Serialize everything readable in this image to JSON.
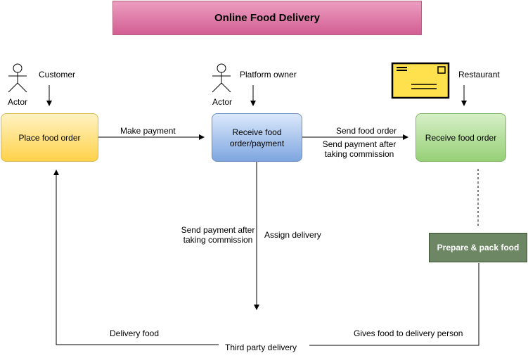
{
  "title": "Online Food Delivery",
  "actors": {
    "customer": {
      "role_label": "Customer",
      "caption": "Actor"
    },
    "platform": {
      "role_label": "Platform owner",
      "caption": "Actor"
    },
    "restaurant": {
      "role_label": "Restaurant"
    }
  },
  "nodes": {
    "place_order": "Place food order",
    "receive_payment_line1": "Receive food",
    "receive_payment_line2": "order/payment",
    "receive_order": "Receive food order",
    "prepare": "Prepare & pack food",
    "third_party": "Third party delivery"
  },
  "edges": {
    "make_payment": "Make payment",
    "send_food_order": "Send food order",
    "send_payment_right_line1": "Send payment after",
    "send_payment_right_line2": "taking commission",
    "send_payment_down_line1": "Send payment after",
    "send_payment_down_line2": "taking commission",
    "assign_delivery": "Assign delivery",
    "delivery_food": "Delivery food",
    "gives_food": "Gives food to delivery person"
  },
  "colors": {
    "title_fill": "#d25e93",
    "customer_node": "#ffd24a",
    "platform_node": "#7ea6e0",
    "restaurant_node": "#97d077",
    "prepare_node": "#6d8764",
    "mail_icon": "#ffe14d"
  },
  "icons": [
    "actor-icon",
    "mail-envelope-icon"
  ]
}
